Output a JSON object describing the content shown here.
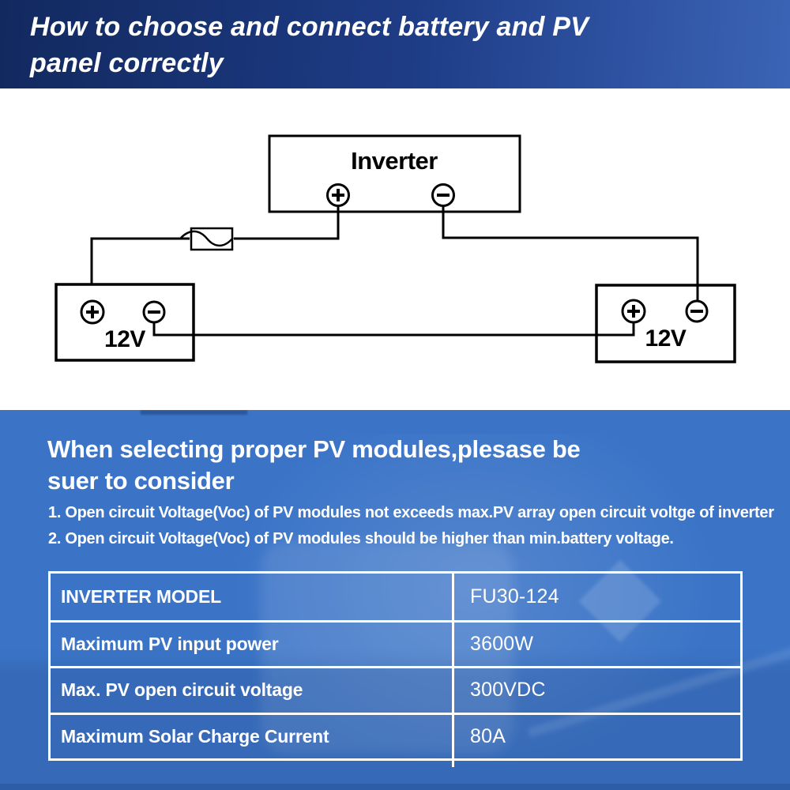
{
  "header": {
    "title_line1": "How to choose and connect battery and PV",
    "title_line2": "panel correctly"
  },
  "diagram": {
    "inverter_label": "Inverter",
    "battery_left_label": "12V",
    "battery_right_label": "12V",
    "components": {
      "inverter": "inverter box with plus and minus terminals",
      "fuse": "inline fuse on positive wire",
      "batteries": "two 12V batteries wired in series"
    }
  },
  "info": {
    "heading_line1": "When selecting proper PV modules,plesase be",
    "heading_line2": "suer to consider",
    "notes": [
      "1. Open circuit Voltage(Voc) of PV modules not exceeds max.PV array open circuit voltge of inverter",
      "2. Open circuit Voltage(Voc) of PV modules should be higher than min.battery voltage."
    ],
    "table": {
      "rows": [
        {
          "label": "INVERTER MODEL",
          "value": "FU30-124"
        },
        {
          "label": "Maximum PV input power",
          "value": "3600W"
        },
        {
          "label": "Max. PV open circuit voltage",
          "value": "300VDC"
        },
        {
          "label": "Maximum Solar Charge Current",
          "value": "80A"
        }
      ]
    }
  },
  "colors": {
    "header_gradient_start": "#12295f",
    "header_gradient_end": "#3b64b6",
    "info_section_blue": "#3b74c7",
    "bottom_strip_blue": "#2d5da6",
    "diagram_line": "#000000",
    "text_white": "#ffffff"
  }
}
